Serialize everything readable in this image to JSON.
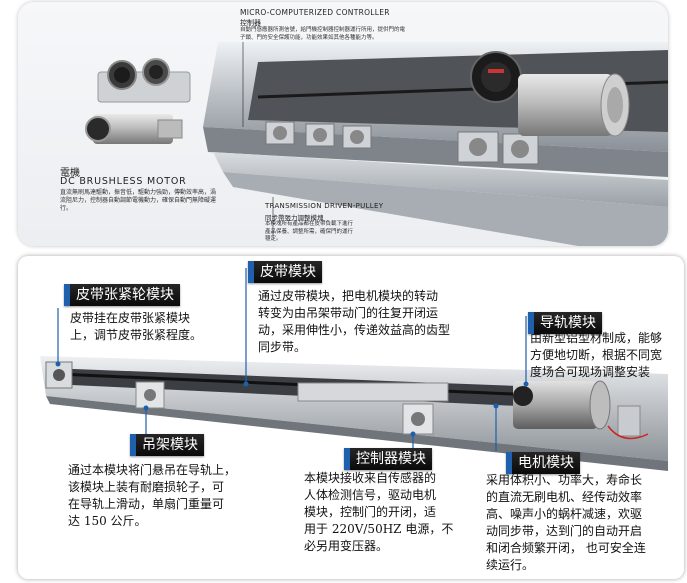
{
  "top": {
    "controller_title_en": "MICRO-COMPUTERIZED CONTROLLER",
    "controller_title_zh": "控制器",
    "controller_desc": "自動門感應器所測信號，給門機控制器控制器運行所用，提供門的電子鎖、門的安全保護功能，功能效果如其他各種能力等。",
    "motor_title_zh": "電機",
    "motor_title_en": "DC BRUSHLESS MOTOR",
    "motor_desc": "直流無刷馬達驅動，振音低，驅動力強勁，傳動效率高，渦流阻尼力，控制器自動調節電機動力，確保自動門無障礙運行。",
    "pulley_title_en": "TRANSMISSION DRIVEN-PULLEY",
    "pulley_title_zh": "同步帶張力調整模塊",
    "pulley_desc": "本模塊所有產品都在皮帶負載下進行產品保養、調整所需，確保門的運行穩定。"
  },
  "bottom": {
    "belt_tension": {
      "title": "皮带张紧轮模块",
      "lines": [
        "皮带挂在皮带张紧模块",
        "上，调节皮带张紧程度。"
      ]
    },
    "belt": {
      "title": "皮带模块",
      "lines": [
        "通过皮带模块，把电机模块的转动",
        "转变为由吊架带动门的往复开闭运",
        "动，采用伸性小，传递效益高的齿型",
        "同步带。"
      ]
    },
    "rail": {
      "title": "导轨模块",
      "lines": [
        "由新型铝型材制成，能够",
        "方便地切断，根据不同宽",
        "度场合可现场调整安装"
      ]
    },
    "hanger": {
      "title": "吊架模块",
      "lines": [
        "通过本模块将门悬吊在导轨上，",
        "该模块上装有耐磨损轮子，可",
        "在导轨上滑动，单扇门重量可",
        "达 150 公斤。"
      ]
    },
    "controller": {
      "title": "控制器模块",
      "lines": [
        "本模块接收来自传感器的",
        "人体检测信号，驱动电机",
        "模块，控制门的开闭，适",
        "用于 220V/50HZ 电源，不",
        "必另用变压器。"
      ]
    },
    "motor": {
      "title": "电机模块",
      "lines": [
        "采用体积小、功率大，寿命长",
        "的直流无刷电机、经传动效率",
        "高、噪声小的蜗杆减速，欢驱",
        "动同步带，达到门的自动开启",
        "和闭合频繁开闭，  也可安全连",
        "续运行。"
      ]
    }
  }
}
